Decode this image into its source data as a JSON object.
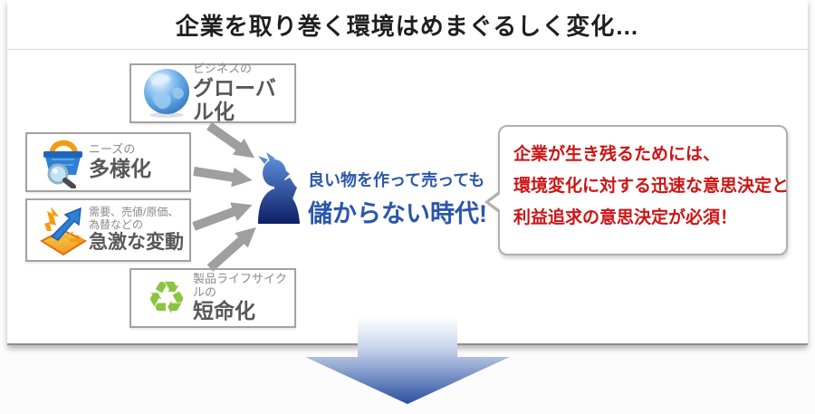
{
  "header": {
    "title": "企業を取り巻く環境はめまぐるしく変化…"
  },
  "factors": [
    {
      "icon": "globe-icon",
      "small1": "ビジネスの",
      "big": "グローバル化"
    },
    {
      "icon": "basket-icon",
      "small1": "ニーズの",
      "big": "多様化"
    },
    {
      "icon": "fluctuation-icon",
      "small1": "需要、売値/原価、",
      "small2": "為替などの",
      "big": "急激な変動"
    },
    {
      "icon": "recycle-icon",
      "small1": "製品ライフサイクルの",
      "big": "短命化"
    }
  ],
  "center_message": {
    "line1": "良い物を作って売っても",
    "line2": "儲からない時代!"
  },
  "callout": {
    "line1": "企業が生き残るためには、",
    "line2": "環境変化に対する迅速な意思決定と",
    "line3": "利益追求の意思決定が必須！"
  },
  "icons": {
    "recycle_glyph": "♻"
  },
  "colors": {
    "message_blue": "#2b56ab",
    "callout_red": "#cc1414",
    "arrow_gray": "#9f9f9f",
    "recycle_green": "#8bc53f",
    "down_arrow_blue": "#2a4f9f",
    "box_border_gray": "#a2a2a2"
  }
}
